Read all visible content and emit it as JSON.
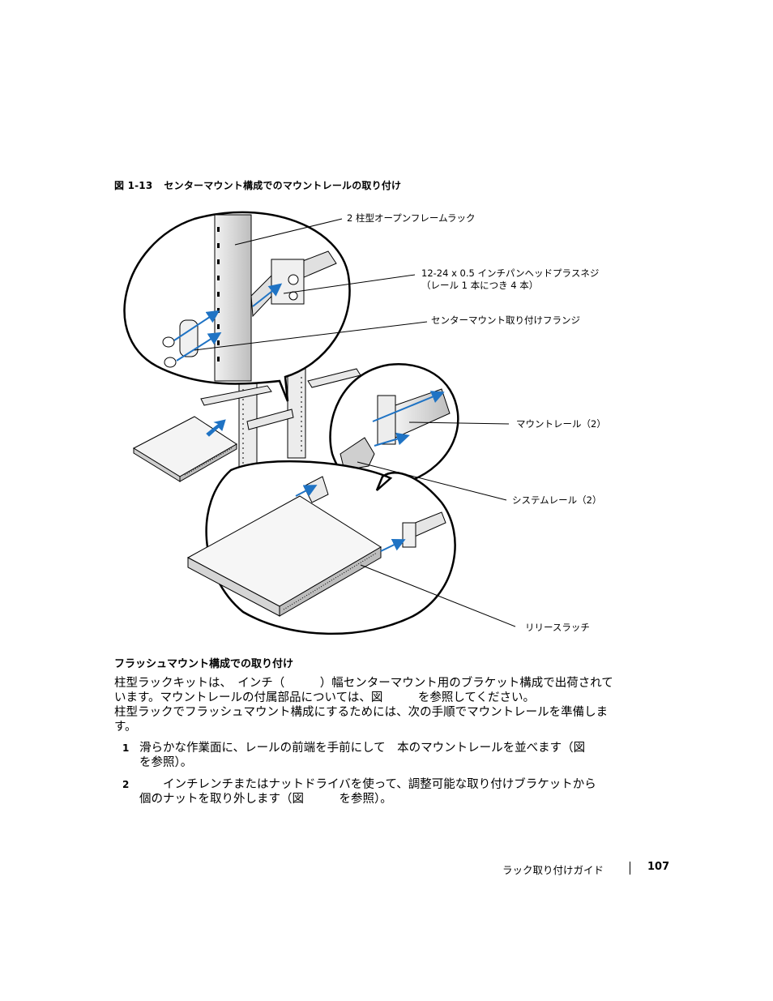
{
  "figure": {
    "number": "図 1-13",
    "title": "センターマウント構成でのマウントレールの取り付け",
    "callouts": [
      {
        "id": "rack",
        "text": "2 柱型オープンフレームラック"
      },
      {
        "id": "screws",
        "text": "12-24 x 0.5 インチパンヘッドプラスネジ",
        "text2": "（レール 1 本につき 4 本）"
      },
      {
        "id": "flange",
        "text": "センターマウント取り付けフランジ"
      },
      {
        "id": "mount-rail",
        "text": "マウントレール（2）"
      },
      {
        "id": "system-rail",
        "text": "システムレール（2）"
      },
      {
        "id": "release-latch",
        "text": "リリースラッチ"
      }
    ]
  },
  "section": {
    "title": "フラッシュマウント構成での取り付け",
    "para1": "柱型ラックキットは、　インチ（　　　）幅センターマウント用のブラケット構成で出荷されています。マウントレールの付属部品については、図　　　を参照してください。",
    "para2": "柱型ラックでフラッシュマウント構成にするためには、次の手順でマウントレールを準備します。",
    "steps": [
      {
        "n": "1",
        "text": "滑らかな作業面に、レールの前端を手前にして　本のマウントレールを並べます（図　　　を参照）。"
      },
      {
        "n": "2",
        "text": "　　インチレンチまたはナットドライバを使って、調整可能な取り付けブラケットから　個のナットを取り外します（図　　　を参照）。"
      }
    ]
  },
  "footer": {
    "guide_title": "ラック取り付けガイド",
    "page_number": "107"
  },
  "colors": {
    "arrow_blue": "#1f73c4",
    "line": "#000000",
    "shade": "#d9d9d9"
  }
}
